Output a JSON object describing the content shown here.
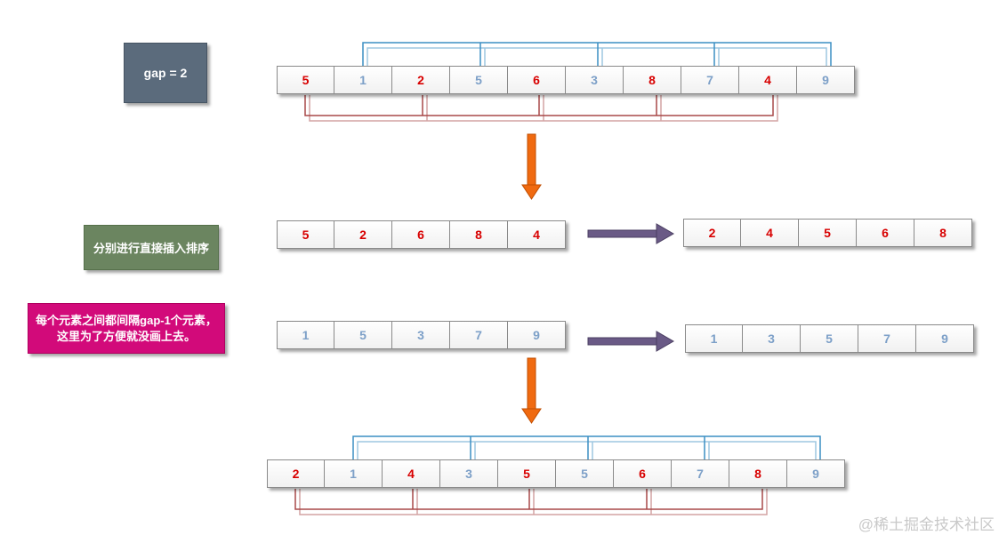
{
  "gap_label": "gap = 2",
  "insert_label": "分别进行直接插入排序",
  "note_label": "每个元素之间都间隔gap-1个元素，这里为了方便就没画上去。",
  "rows": {
    "initial": [
      {
        "value": "5",
        "group": "red"
      },
      {
        "value": "1",
        "group": "blue"
      },
      {
        "value": "2",
        "group": "red"
      },
      {
        "value": "5",
        "group": "blue"
      },
      {
        "value": "6",
        "group": "red"
      },
      {
        "value": "3",
        "group": "blue"
      },
      {
        "value": "8",
        "group": "red"
      },
      {
        "value": "7",
        "group": "blue"
      },
      {
        "value": "4",
        "group": "red"
      },
      {
        "value": "9",
        "group": "blue"
      }
    ],
    "red_group": [
      {
        "value": "5",
        "group": "red"
      },
      {
        "value": "2",
        "group": "red"
      },
      {
        "value": "6",
        "group": "red"
      },
      {
        "value": "8",
        "group": "red"
      },
      {
        "value": "4",
        "group": "red"
      }
    ],
    "red_sorted": [
      {
        "value": "2",
        "group": "red"
      },
      {
        "value": "4",
        "group": "red"
      },
      {
        "value": "5",
        "group": "red"
      },
      {
        "value": "6",
        "group": "red"
      },
      {
        "value": "8",
        "group": "red"
      }
    ],
    "blue_group": [
      {
        "value": "1",
        "group": "blue"
      },
      {
        "value": "5",
        "group": "blue"
      },
      {
        "value": "3",
        "group": "blue"
      },
      {
        "value": "7",
        "group": "blue"
      },
      {
        "value": "9",
        "group": "blue"
      }
    ],
    "blue_sorted": [
      {
        "value": "1",
        "group": "blue"
      },
      {
        "value": "3",
        "group": "blue"
      },
      {
        "value": "5",
        "group": "blue"
      },
      {
        "value": "7",
        "group": "blue"
      },
      {
        "value": "9",
        "group": "blue"
      }
    ],
    "final": [
      {
        "value": "2",
        "group": "red"
      },
      {
        "value": "1",
        "group": "blue"
      },
      {
        "value": "4",
        "group": "red"
      },
      {
        "value": "3",
        "group": "blue"
      },
      {
        "value": "5",
        "group": "red"
      },
      {
        "value": "5",
        "group": "blue"
      },
      {
        "value": "6",
        "group": "red"
      },
      {
        "value": "7",
        "group": "blue"
      },
      {
        "value": "8",
        "group": "red"
      },
      {
        "value": "9",
        "group": "blue"
      }
    ]
  },
  "colors": {
    "red_group": "#d80000",
    "blue_group": "#7da0c8",
    "red_wire": "#a84848",
    "blue_wire": "#3b8fc4",
    "down_arrow": "#f06a10",
    "right_arrow": "#6a5a86",
    "gap_box": "#5b6b7c",
    "insert_box": "#6b8560",
    "note_box": "#d20a7a"
  },
  "watermark": "@稀土掘金技术社区"
}
